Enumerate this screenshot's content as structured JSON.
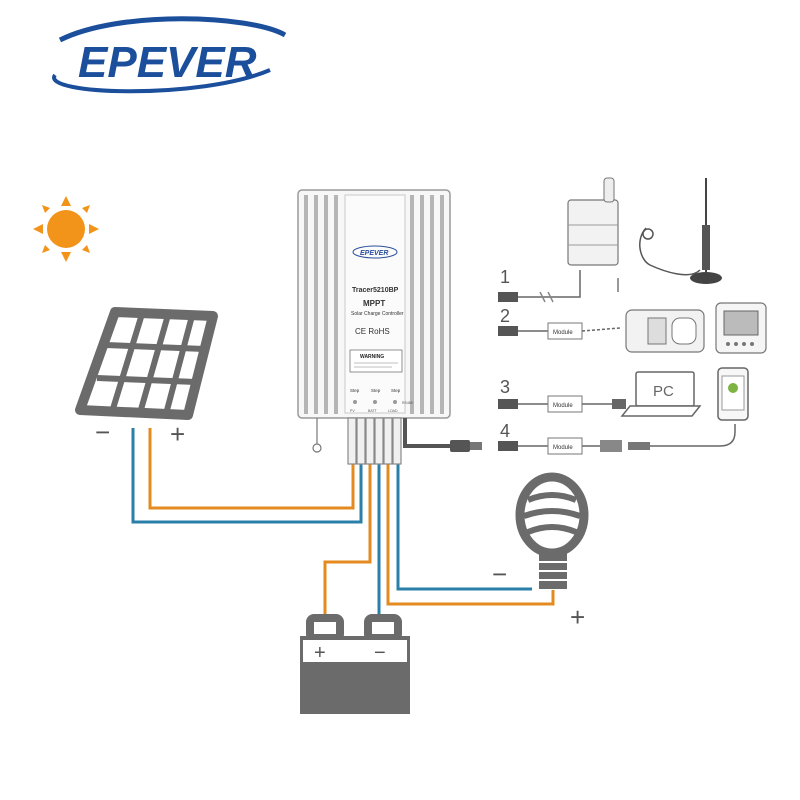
{
  "brand": {
    "logo_text": "EPEVER",
    "logo_color": "#1b4f9c"
  },
  "controller": {
    "badge": "EPEVER",
    "model": "Tracer5210BP",
    "type": "MPPT",
    "subtitle": "Solar Charge Controller",
    "certs": "CE RoHS",
    "warning": "WARNING",
    "step_labels": [
      "Step",
      "Step",
      "Step"
    ],
    "terminal_labels": [
      "PV",
      "BATT",
      "LOAD"
    ],
    "com_label": "RS485"
  },
  "solar_panel": {
    "minus": "−",
    "plus": "+"
  },
  "battery": {
    "plus": "+",
    "minus": "−"
  },
  "load": {
    "minus": "−",
    "plus": "+"
  },
  "connections": [
    {
      "number": "1",
      "module": ""
    },
    {
      "number": "2",
      "module": "Module"
    },
    {
      "number": "3",
      "module": "Module"
    },
    {
      "number": "4",
      "module": "Module"
    }
  ],
  "pc": {
    "label": "PC"
  },
  "colors": {
    "positive_wire": "#e58a1f",
    "negative_wire": "#2a7fa8",
    "sun": "#f29419",
    "device_gray": "#6b6b6b"
  }
}
